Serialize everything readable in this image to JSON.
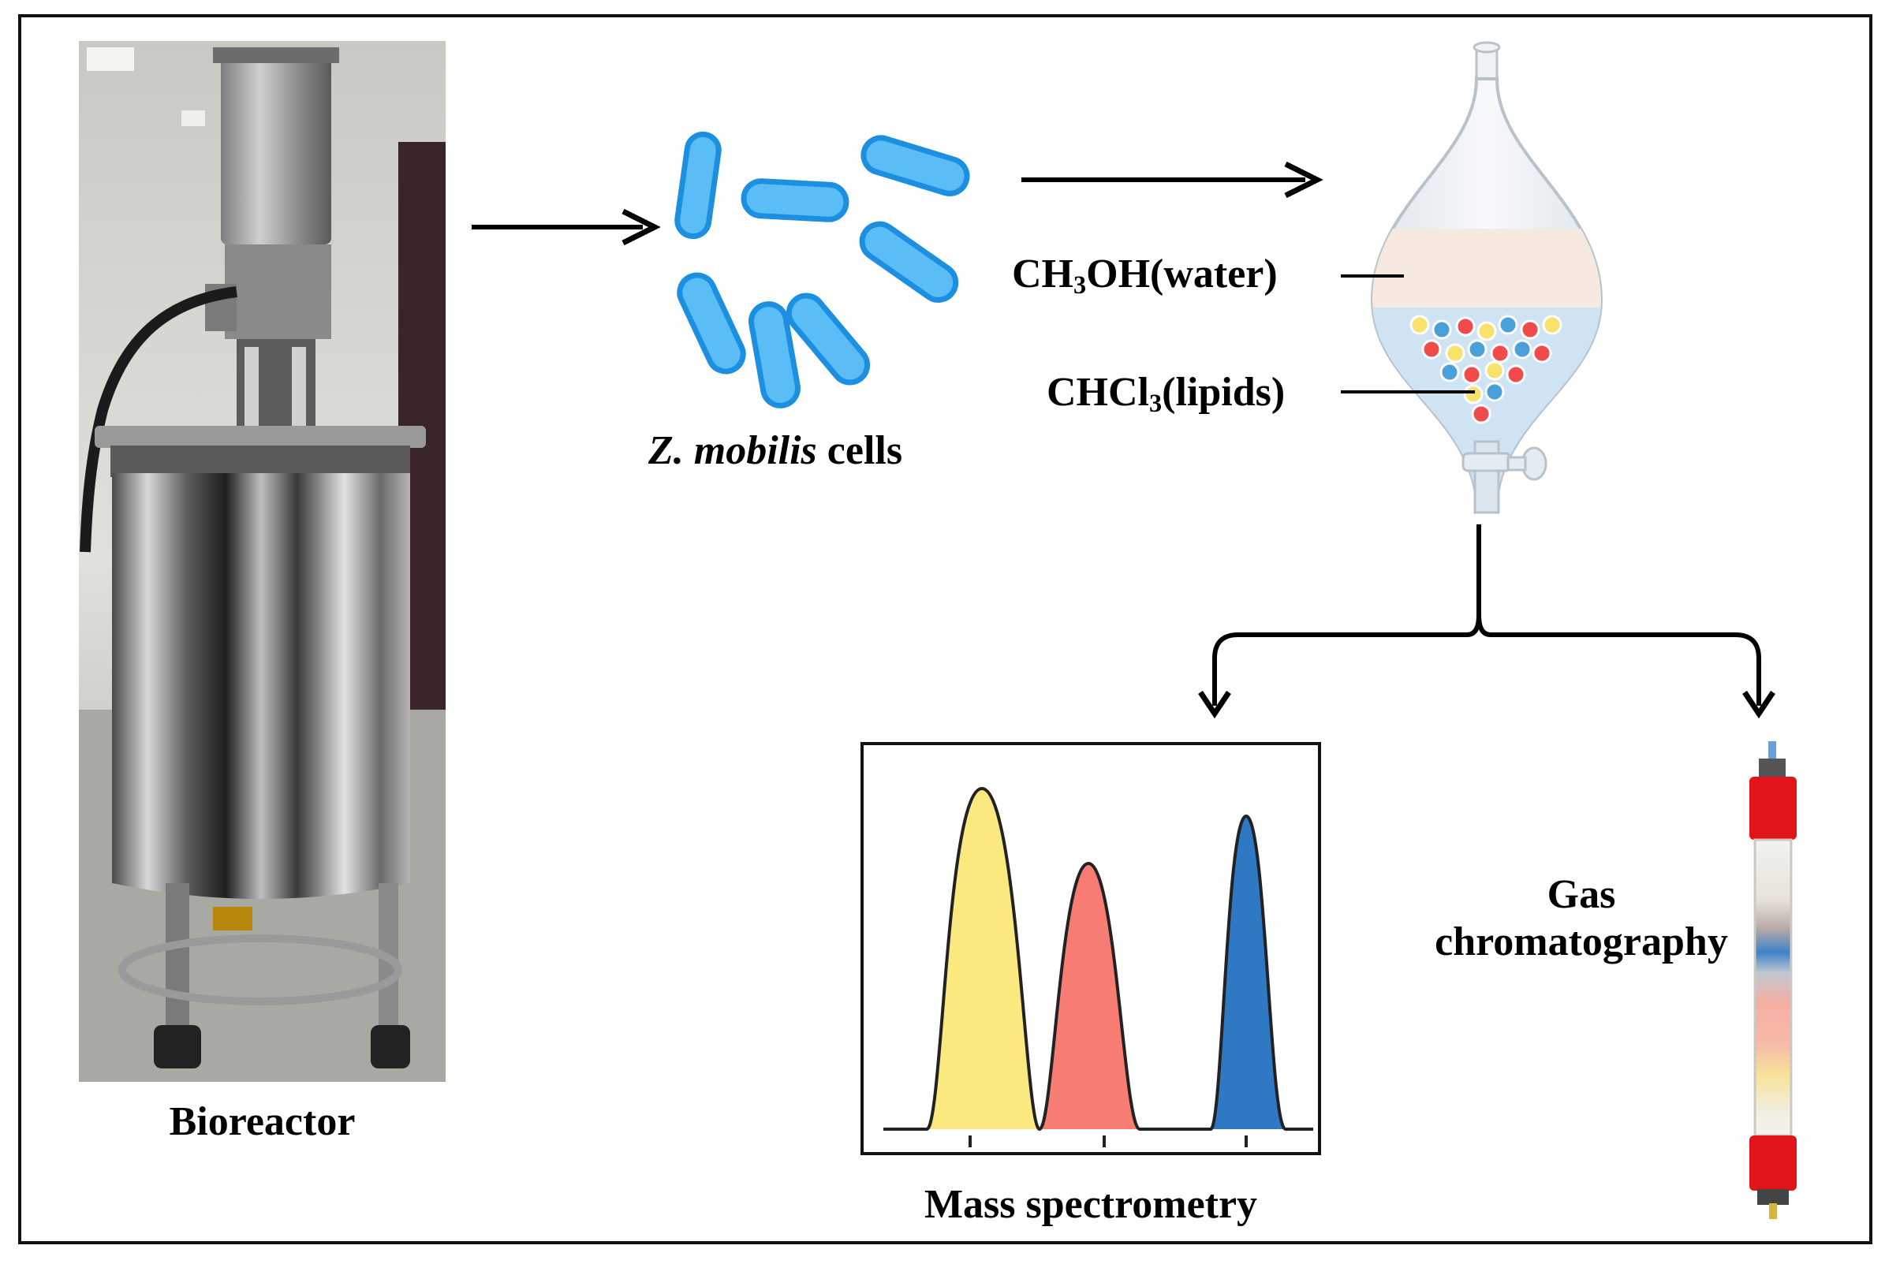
{
  "labels": {
    "bioreactor": "Bioreactor",
    "cells_species": "Z. mobilis",
    "cells_suffix": "cells",
    "methanol_prefix": "CH",
    "methanol_sub": "3",
    "methanol_suffix": "OH(water)",
    "chloroform_prefix": "CHCl",
    "chloroform_sub": "3",
    "chloroform_suffix": "(lipids)",
    "mass_spec": "Mass spectrometry",
    "gas_chrom_line1": "Gas",
    "gas_chrom_line2": "chromatography"
  },
  "colors": {
    "cell_fill": "#5bbdf5",
    "cell_stroke": "#1d8fe0",
    "peak_yellow": "#fbe980",
    "peak_red": "#f77d74",
    "peak_blue": "#2f78c4",
    "water_layer": "#f7e8e0",
    "lipid_layer": "#cfe3f3",
    "column_cap": "#e0141b"
  }
}
